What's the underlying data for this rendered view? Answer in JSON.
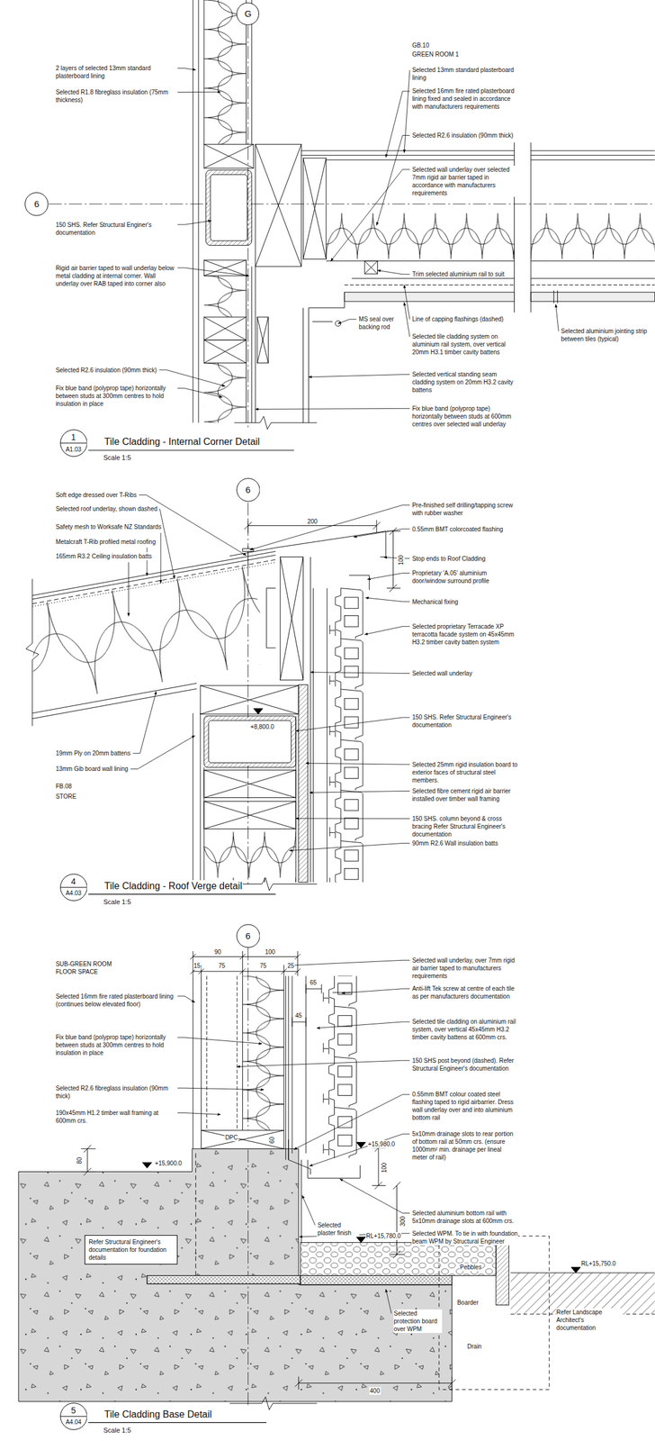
{
  "diagram": {
    "nodes": [
      {
        "text": [
          "G"
        ]
      },
      {
        "text": [
          "6"
        ]
      },
      {
        "text": [
          "1",
          "A1.03"
        ]
      },
      {
        "text": [
          "6"
        ]
      },
      {
        "text": [
          "4",
          "A4.03"
        ]
      },
      {
        "text": [
          "6"
        ]
      },
      {
        "text": [
          "Refer Structural Engineer's documentation for foundation details"
        ]
      },
      {
        "text": [
          "5",
          "A4.04"
        ]
      }
    ],
    "labels": [
      "GB.10",
      "GREEN ROOM 1",
      "2 layers of selected 13mm standard plasterboard lining",
      "Selected 13mm standard plasterboard lining",
      "Selected R1.8 fibreglass insulation (75mm thickness)",
      "Selected 16mm fire rated plasterboard lining fixed and sealed in accordance with manufacturers requirements",
      "Selected R2.6 insulation (90mm thick)",
      "Selected wall underlay over selected 7mm rigid air barrier taped in accordance with manufacturers requirements",
      "150 SHS. Refer Structural Enginer's documentation",
      "Rigid air barrier taped to wall underlay below metal cladding at internal corner. Wall underlay over RAB taped into corner also",
      "Trim selected aluminium rail to suit",
      "MS seal over backing rod",
      "Line of capping flashings (dashed)",
      "Selected aluminium jointing strip between tiles (typical)",
      "Selected tile cladding system on aluminium rail system, over vertical 20mm H3.1 timber cavity battens",
      "Selected R2.6 insulation (90mm thick)",
      "Selected vertical standing seam cladding system on 20mm H3.2 cavity battens",
      "Fix blue band (polyprop tape) horizontally between studs at 300mm centres to hold insulation in place",
      "Fix blue band (polyprop tape) horizontally between studs at 600mm centres over selected wall underlay",
      "Tile Cladding - Internal Corner Detail",
      "Scale 1:5",
      "Soft edge dressed over T-Ribs",
      "Selected roof underlay, shown dashed",
      "Safety mesh to Worksafe NZ Standards",
      "Metalcraft T-Rib profiled metal roofing",
      "165mm R3.2 Ceiling insulation batts",
      "200",
      "Pre-finished self drilling/tapping screw with rubber washer",
      "0.55mm BMT colorcoated flashing",
      "Stop ends to Roof Cladding",
      "100",
      "Proprietary 'A.05' aluminium door/window surround profile",
      "Mechanical fixing",
      "Selected proprietary Terracade XP terracotta facade system on 45x45mm H3.2 timber cavity batten system",
      "Selected wall underlay",
      "+8,800.0",
      "150 SHS. Refer Structural Engineer's documentation",
      "19mm Ply on 20mm battens",
      "13mm Gib board wall lining",
      "FB.08",
      "STORE",
      "Selected 25mm rigid insulation board to exterior faces of structural steel members.",
      "Selected fibre cement rigid air barrier installed over timber wall framing",
      "150 SHS. column beyond & cross bracing Refer Structural Engineer's documentation",
      "90mm R2.6 Wall insulation batts",
      "Tile Cladding - Roof Verge detail",
      "Scale 1:5",
      "90",
      "100",
      "15",
      "75",
      "75",
      "25",
      "SUB-GREEN ROOM FLOOR SPACE",
      "Selected 16mm fire rated plasterboard lining (continues below elevated floor)",
      "Fix blue band (polyprop tape) horizontally between studs at 300mm centres to hold insulation in place",
      "Selected R2.6 fibreglass insulation (90mm thick)",
      "190x45mm H1.2 timber wall framing at 600mm crs.",
      "DPC",
      "60",
      "80",
      "+15,900.0",
      "65",
      "45",
      "Selected wall underlay, over 7mm rigid air barrier taped to manufacturers requirements",
      "Anti-lift Tek screw at centre of each tile as per manufacturers documentation",
      "Selected tile cladding on aluminium rail system, over vertical 45x45mm H3.2 timber cavity battens at 600mm crs.",
      "150 SHS post beyond (dashed). Refer Structural Engineer's documentation",
      "0.55mm BMT colour coated steel flashing taped to rigid airbarrier. Dress wall underlay over and into aluminium bottom rail",
      "5x10mm drainage slots to rear portion of bottom rail at 50mm crs. (ensure 1000mm² min. drainage per lineal meter of rail)",
      "+15,980.0",
      "100",
      "Selected aluminium bottom rail with 5x10mm drainage slots at 600mm crs.",
      "Selected WPM. To tie in with foundation beam WPM by Structural Engineer",
      "300",
      "Selected plaster finish",
      "RL+15,780.0",
      "RL+15,750.0",
      "Pebbles",
      "Boarder",
      "Drain",
      "Selected protection board over WPM",
      "Refer Landscape Architect's documentation",
      "400",
      "Tile Cladding Base Detail",
      "Scale 1:5"
    ]
  }
}
